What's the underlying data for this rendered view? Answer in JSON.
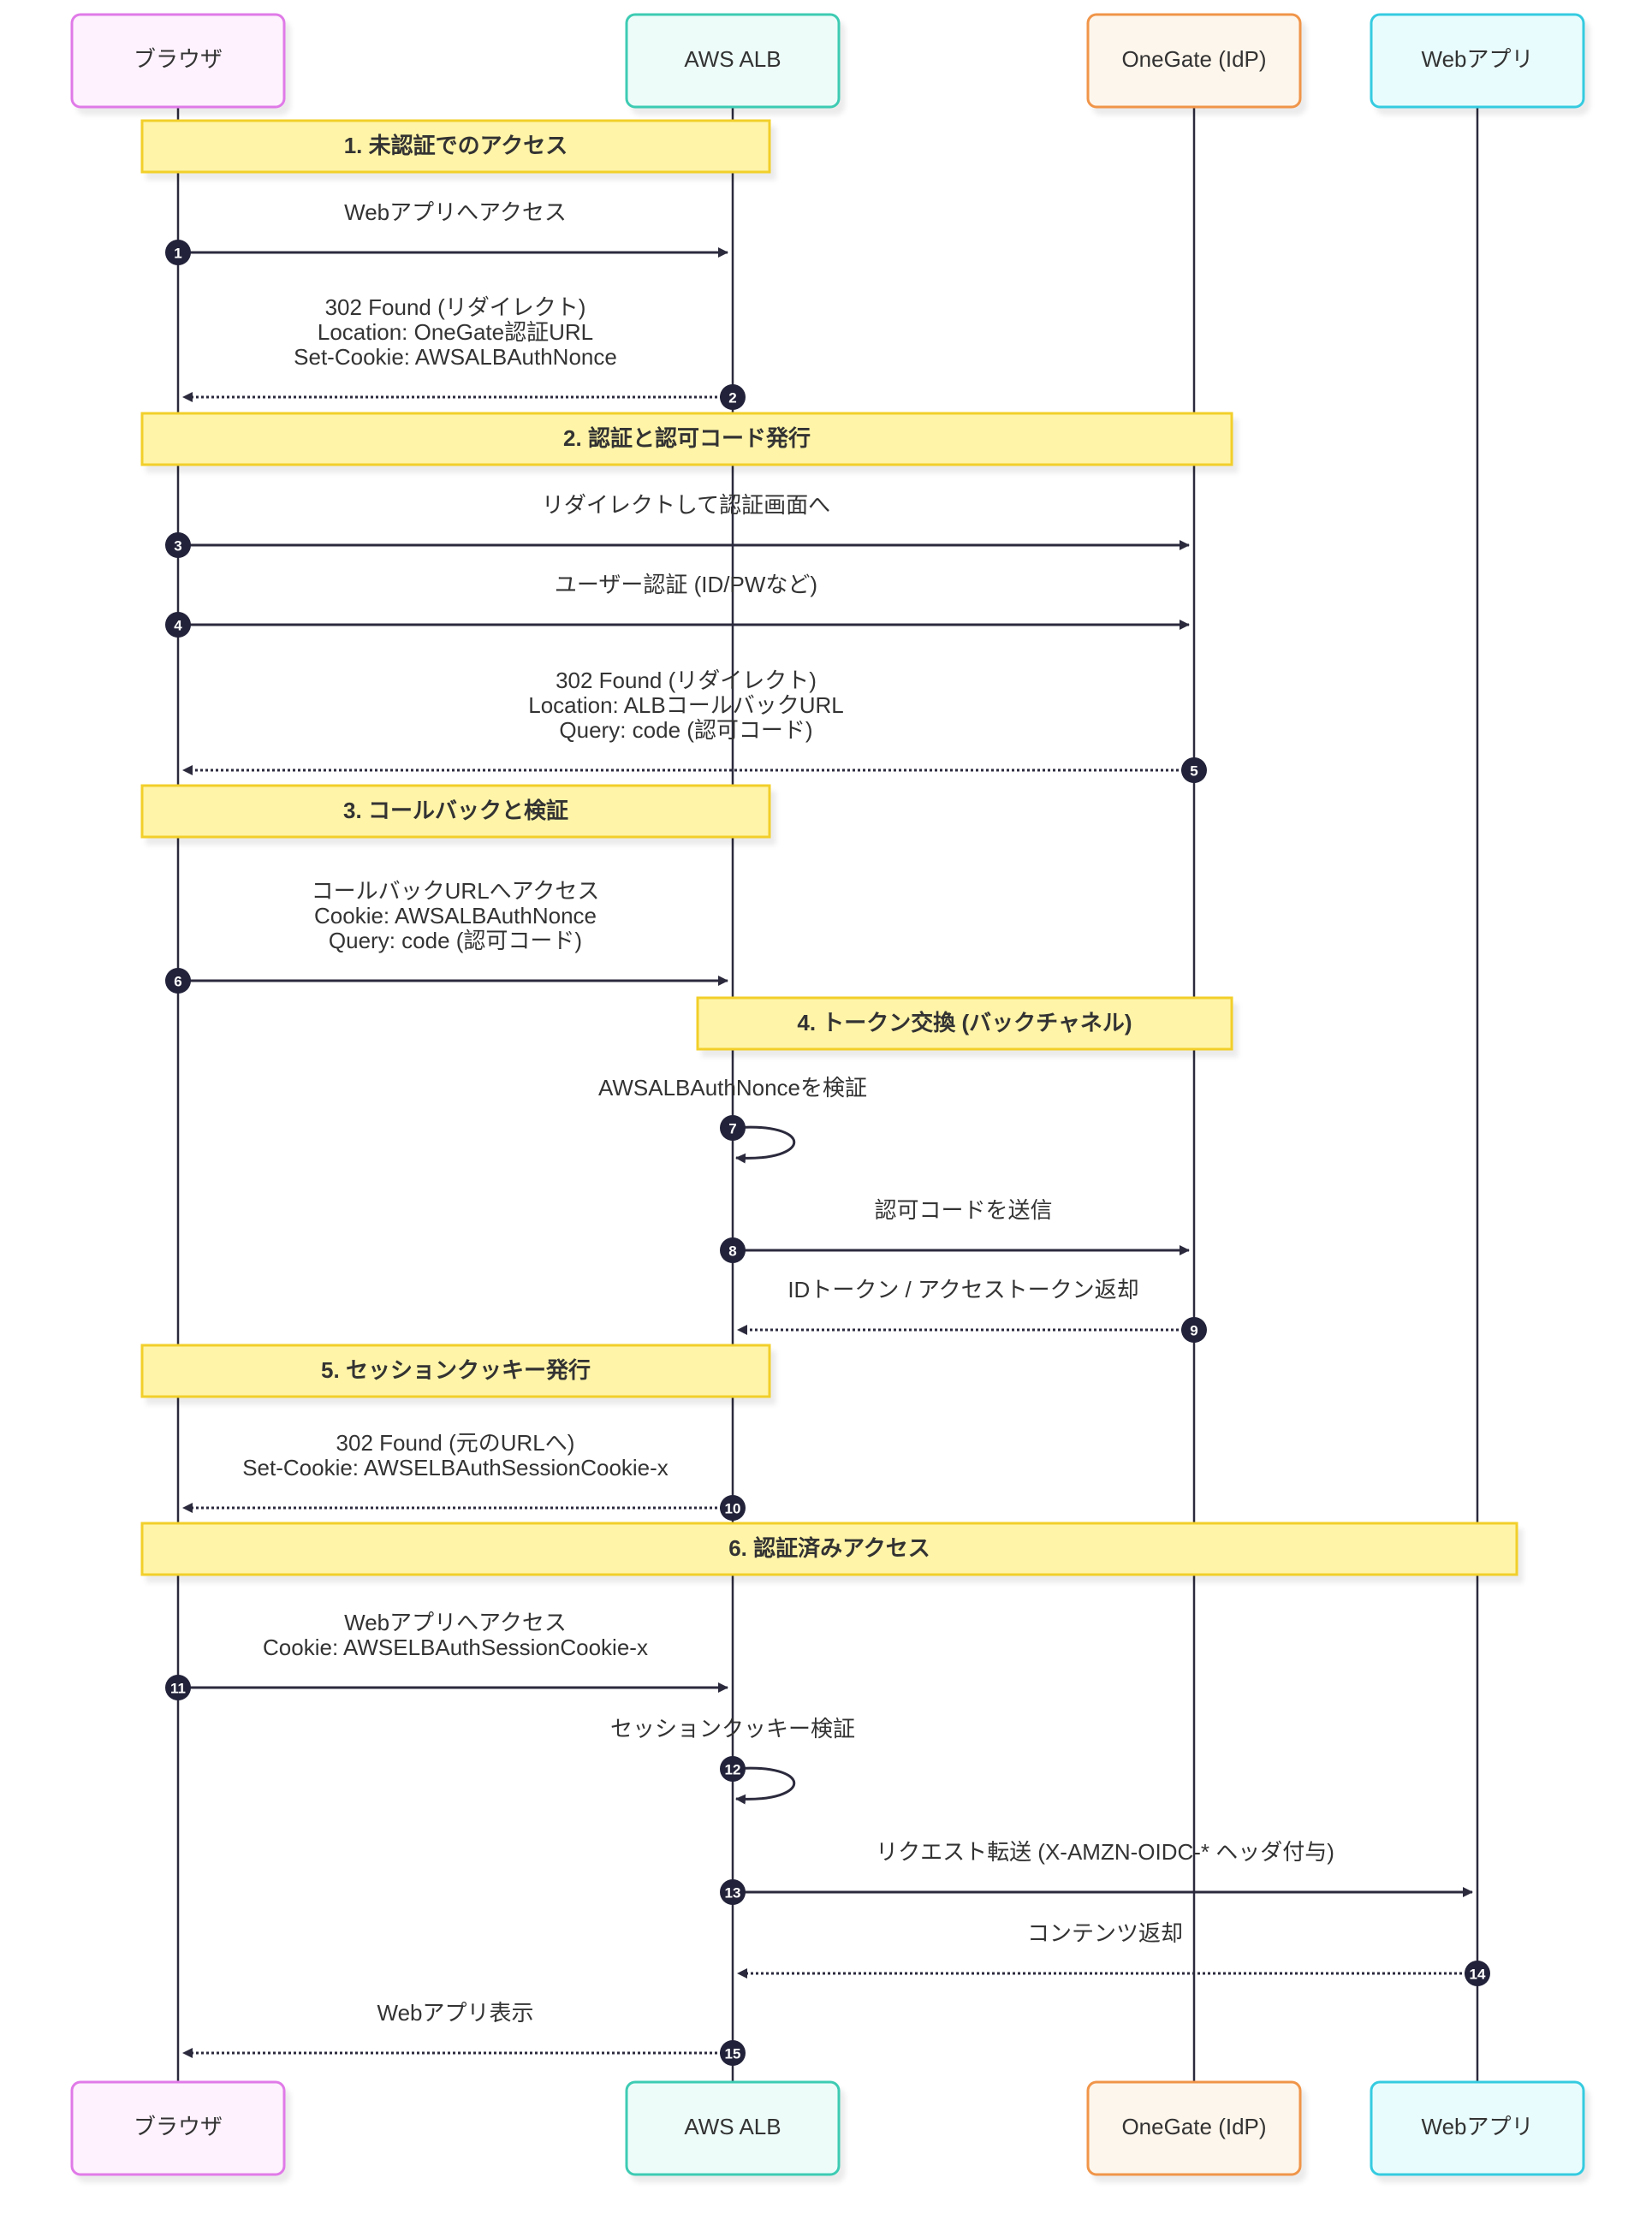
{
  "title": "AWS ALB OIDC 認証シーケンス",
  "actors": [
    {
      "id": "browser",
      "label": "ブラウザ",
      "stroke": "#e07ae8",
      "fill": "#fdf2fd"
    },
    {
      "id": "alb",
      "label": "AWS ALB",
      "stroke": "#3ecbb3",
      "fill": "#edfcf9"
    },
    {
      "id": "idp",
      "label": "OneGate (IdP)",
      "stroke": "#f0954a",
      "fill": "#fdf6ec"
    },
    {
      "id": "webapp",
      "label": "Webアプリ",
      "stroke": "#36cbe0",
      "fill": "#e9fcfd"
    }
  ],
  "sections": [
    {
      "label": "1. 未認証でのアクセス",
      "from": "browser",
      "to": "alb"
    },
    {
      "label": "2. 認証と認可コード発行",
      "from": "browser",
      "to": "idp"
    },
    {
      "label": "3. コールバックと検証",
      "from": "browser",
      "to": "alb"
    },
    {
      "label": "4. トークン交換 (バックチャネル)",
      "from": "alb",
      "to": "idp"
    },
    {
      "label": "5. セッションクッキー発行",
      "from": "browser",
      "to": "alb"
    },
    {
      "label": "6. 認証済みアクセス",
      "from": "browser",
      "to": "webapp"
    }
  ],
  "messages": [
    {
      "n": "1",
      "from": "browser",
      "to": "alb",
      "style": "solid",
      "lines": [
        "Webアプリへアクセス"
      ]
    },
    {
      "n": "2",
      "from": "alb",
      "to": "browser",
      "style": "dotted",
      "lines": [
        "302 Found (リダイレクト)",
        "Location: OneGate認証URL",
        "Set-Cookie: AWSALBAuthNonce"
      ]
    },
    {
      "n": "3",
      "from": "browser",
      "to": "idp",
      "style": "solid",
      "lines": [
        "リダイレクトして認証画面へ"
      ]
    },
    {
      "n": "4",
      "from": "browser",
      "to": "idp",
      "style": "solid",
      "lines": [
        "ユーザー認証 (ID/PWなど)"
      ]
    },
    {
      "n": "5",
      "from": "idp",
      "to": "browser",
      "style": "dotted",
      "lines": [
        "302 Found (リダイレクト)",
        "Location: ALBコールバックURL",
        "Query: code (認可コード)"
      ]
    },
    {
      "n": "6",
      "from": "browser",
      "to": "alb",
      "style": "solid",
      "lines": [
        "コールバックURLへアクセス",
        "Cookie: AWSALBAuthNonce",
        "Query: code (認可コード)"
      ]
    },
    {
      "n": "7",
      "from": "alb",
      "to": "alb",
      "style": "self",
      "lines": [
        "AWSALBAuthNonceを検証"
      ]
    },
    {
      "n": "8",
      "from": "alb",
      "to": "idp",
      "style": "solid",
      "lines": [
        "認可コードを送信"
      ]
    },
    {
      "n": "9",
      "from": "idp",
      "to": "alb",
      "style": "dotted",
      "lines": [
        "IDトークン / アクセストークン返却"
      ]
    },
    {
      "n": "10",
      "from": "alb",
      "to": "browser",
      "style": "dotted",
      "lines": [
        "302 Found (元のURLへ)",
        "Set-Cookie: AWSELBAuthSessionCookie-x"
      ]
    },
    {
      "n": "11",
      "from": "browser",
      "to": "alb",
      "style": "solid",
      "lines": [
        "Webアプリへアクセス",
        "Cookie: AWSELBAuthSessionCookie-x"
      ]
    },
    {
      "n": "12",
      "from": "alb",
      "to": "alb",
      "style": "self",
      "lines": [
        "セッションクッキー検証"
      ]
    },
    {
      "n": "13",
      "from": "alb",
      "to": "webapp",
      "style": "solid",
      "lines": [
        "リクエスト転送 (X-AMZN-OIDC-* ヘッダ付与)"
      ]
    },
    {
      "n": "14",
      "from": "webapp",
      "to": "alb",
      "style": "dotted",
      "lines": [
        "コンテンツ返却"
      ]
    },
    {
      "n": "15",
      "from": "alb",
      "to": "browser",
      "style": "dotted",
      "lines": [
        "Webアプリ表示"
      ]
    }
  ],
  "colors": {
    "line": "#2b2a3d",
    "section_fill": "#fff4a8",
    "section_stroke": "#f2cf2a",
    "badge": "#22223a"
  }
}
